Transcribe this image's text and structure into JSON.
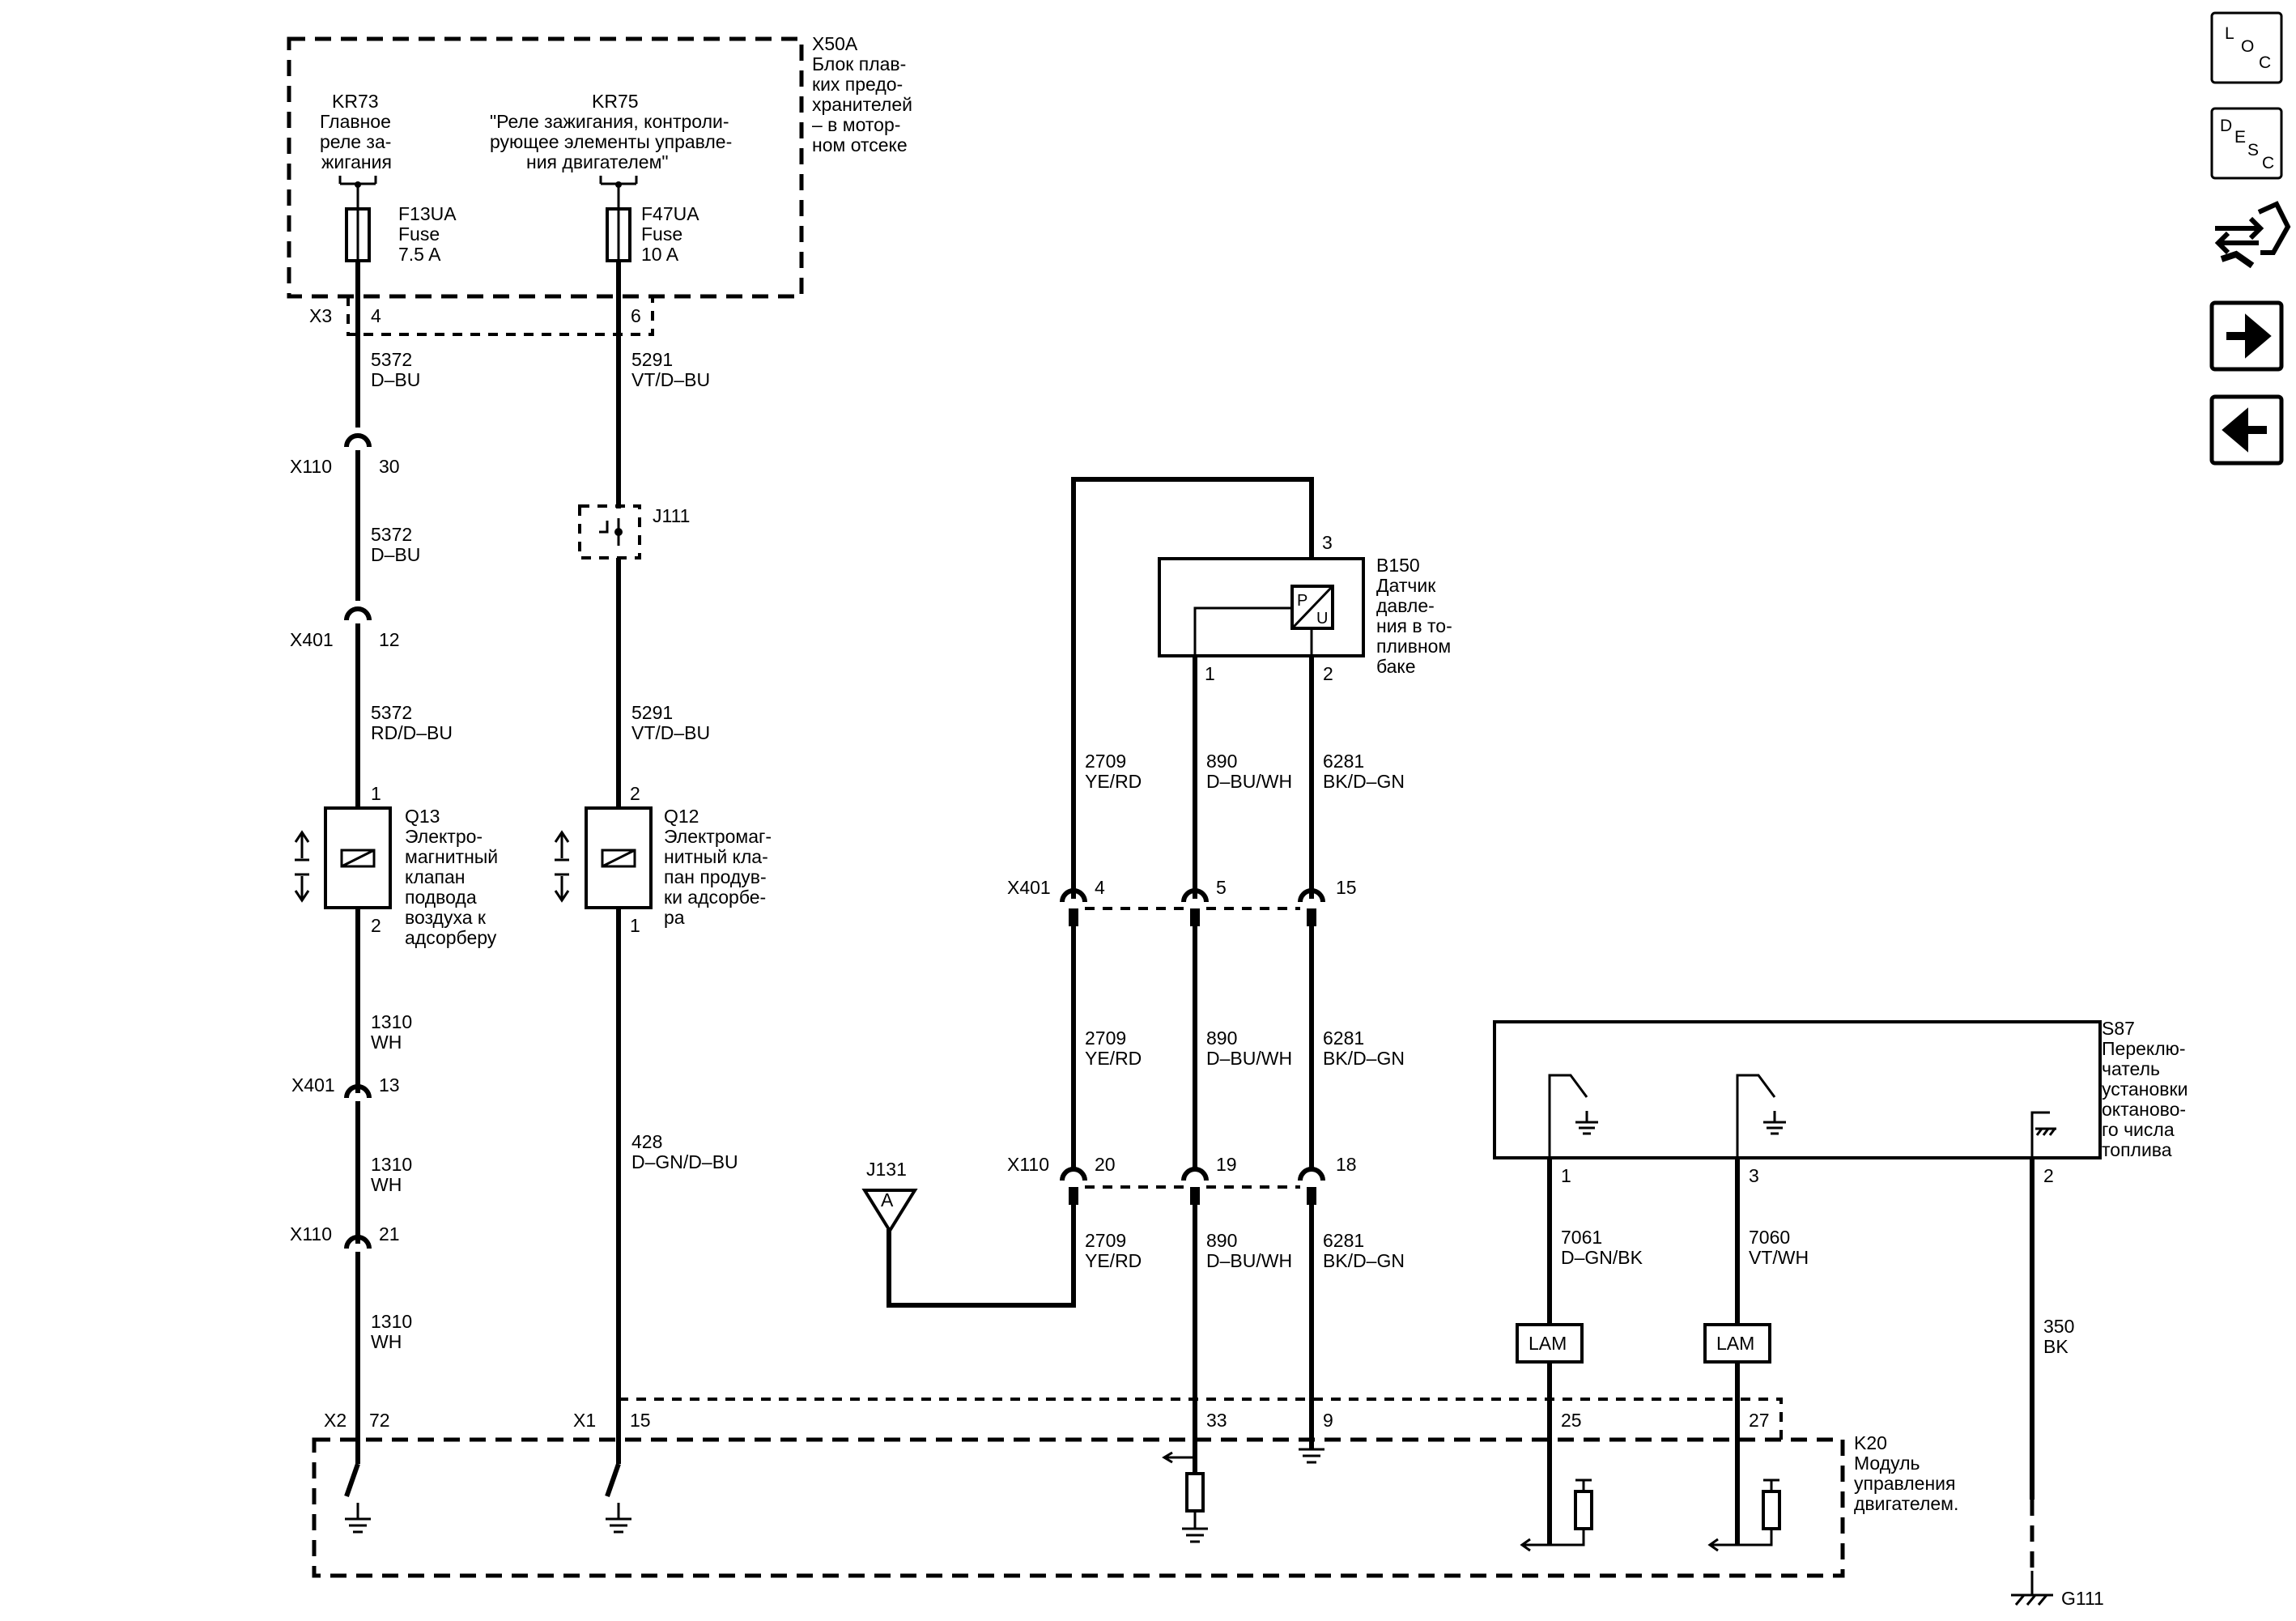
{
  "nav": {
    "loc_label": "LOC",
    "desc_label": "DESC",
    "loc_icon": "loc-icon",
    "desc_icon": "desc-icon",
    "tool_icon": "connector-tool-icon",
    "next_icon": "arrow-right-icon",
    "prev_icon": "arrow-left-icon"
  },
  "fuse_block": {
    "id": "X50A",
    "desc": [
      "Блок плав-",
      "ких предо-",
      "хранителей",
      "– в мотор-",
      "ном отсеке"
    ],
    "relay1": {
      "id": "KR73",
      "desc": [
        "Главное",
        "реле за-",
        "жигания"
      ]
    },
    "relay2": {
      "id": "KR75",
      "desc": [
        "\"Реле зажигания, контроли-",
        "рующее элементы управле-",
        "ния двигателем\""
      ]
    },
    "fuse1": [
      "F13UA",
      "Fuse",
      "7.5 A"
    ],
    "fuse2": [
      "F47UA",
      "Fuse",
      "10 A"
    ],
    "connector": "X3",
    "pin1": "4",
    "pin2": "6"
  },
  "circuit_a": {
    "w1": [
      "5372",
      "D–BU"
    ],
    "c1": "X110",
    "c1pin": "30",
    "w2": [
      "5372",
      "D–BU"
    ],
    "c2": "X401",
    "c2pin": "12",
    "w3": [
      "5372",
      "RD/D–BU"
    ],
    "q_pin_top": "1",
    "q_id": "Q13",
    "q_desc": [
      "Электро-",
      "магнитный",
      "клапан",
      "подвода",
      "воздуха к",
      "адсорберу"
    ],
    "q_pin_bottom": "2",
    "w4": [
      "1310",
      "WH"
    ],
    "c3": "X401",
    "c3pin": "13",
    "w5": [
      "1310",
      "WH"
    ],
    "c4": "X110",
    "c4pin": "21",
    "w6": [
      "1310",
      "WH"
    ],
    "k_conn": "X2",
    "k_pin": "72"
  },
  "circuit_b": {
    "w1": [
      "5291",
      "VT/D–BU"
    ],
    "splice": "J111",
    "w2": [
      "5291",
      "VT/D–BU"
    ],
    "q_pin_top": "2",
    "q_id": "Q12",
    "q_desc": [
      "Электромаг-",
      "нитный кла-",
      "пан продув-",
      "ки адсорбе-",
      "ра"
    ],
    "q_pin_bottom": "1",
    "w3": [
      "428",
      "D–GN/D–BU"
    ],
    "k_conn": "X1",
    "k_pin": "15"
  },
  "sensor": {
    "id": "B150",
    "desc": [
      "Датчик",
      "давле-",
      "ния в то-",
      "пливном",
      "баке"
    ],
    "pin3": "3",
    "pin1": "1",
    "pin2": "2",
    "symbol_p": "P",
    "symbol_u": "U",
    "wires_top": [
      [
        "2709",
        "YE/RD"
      ],
      [
        "890",
        "D–BU/WH"
      ],
      [
        "6281",
        "BK/D–GN"
      ]
    ],
    "x401": "X401",
    "x401_pins": [
      "4",
      "5",
      "15"
    ],
    "wires_mid": [
      [
        "2709",
        "YE/RD"
      ],
      [
        "890",
        "D–BU/WH"
      ],
      [
        "6281",
        "BK/D–GN"
      ]
    ],
    "x110": "X110",
    "x110_pins": [
      "20",
      "19",
      "18"
    ],
    "wires_bot": [
      [
        "2709",
        "YE/RD"
      ],
      [
        "890",
        "D–BU/WH"
      ],
      [
        "6281",
        "BK/D–GN"
      ]
    ],
    "j131": "J131",
    "j131_letter": "A",
    "k_pins": [
      "33",
      "9"
    ]
  },
  "octane": {
    "id": "S87",
    "desc": [
      "Переклю-",
      "чатель",
      "установки",
      "октаново-",
      "го числа",
      "топлива"
    ],
    "pins": [
      "1",
      "3",
      "2"
    ],
    "wires": [
      [
        "7061",
        "D–GN/BK"
      ],
      [
        "7060",
        "VT/WH"
      ],
      [
        "350",
        "BK"
      ]
    ],
    "lam": "LAM",
    "k_pins": [
      "25",
      "27"
    ],
    "ground": "G111"
  },
  "ecm": {
    "id": "K20",
    "desc": [
      "Модуль",
      "управления",
      "двигателем."
    ]
  }
}
